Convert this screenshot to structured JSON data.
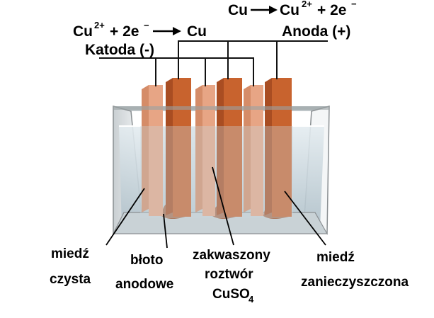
{
  "reactions": {
    "anode_left": "Cu",
    "anode_right": "Cu",
    "anode_sup": "2+",
    "anode_tail": "+ 2e",
    "anode_minus": "−",
    "cathode_left": "Cu",
    "cathode_sup": "2+",
    "cathode_mid": "+ 2e",
    "cathode_minus": "−",
    "cathode_right": "Cu"
  },
  "electrodes": {
    "anode_label": "Anoda (+)",
    "cathode_label": "Katoda (-)"
  },
  "labels": {
    "pure_copper_1": "miedź",
    "pure_copper_2": "czysta",
    "anode_mud_1": "błoto",
    "anode_mud_2": "anodowe",
    "solution_1": "zakwaszony",
    "solution_2": "roztwór",
    "solution_3_main": "CuSO",
    "solution_3_sub": "4",
    "impure_copper_1": "miedź",
    "impure_copper_2": "zanieczyszczona"
  },
  "colors": {
    "cathode_plate": "#e7a585",
    "anode_plate": "#c8632e",
    "electrolyte": "#c9d6dc",
    "tank_wall": "#eeeeee",
    "anode_mud": "#a86a4c"
  }
}
